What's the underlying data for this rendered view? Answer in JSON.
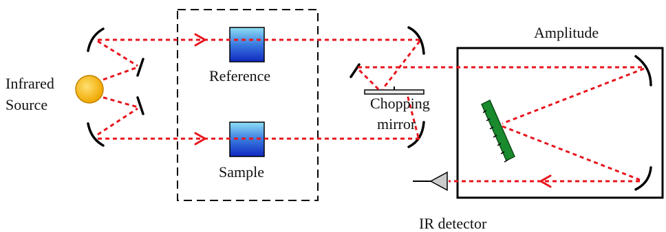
{
  "labels": {
    "infrared_source_line1": "Infrared",
    "infrared_source_line2": "Source",
    "reference": "Reference",
    "sample": "Sample",
    "chopping_mirror_line1": "Chopping",
    "chopping_mirror_line2": "mirror",
    "amplitude": "Amplitude",
    "ir_detector": "IR detector"
  },
  "colors": {
    "beam": "#e8141c",
    "source": "#f5b800",
    "cell_top": "#7fd3f0",
    "cell_bottom": "#1432c8",
    "grating": "#1a8a2e"
  }
}
